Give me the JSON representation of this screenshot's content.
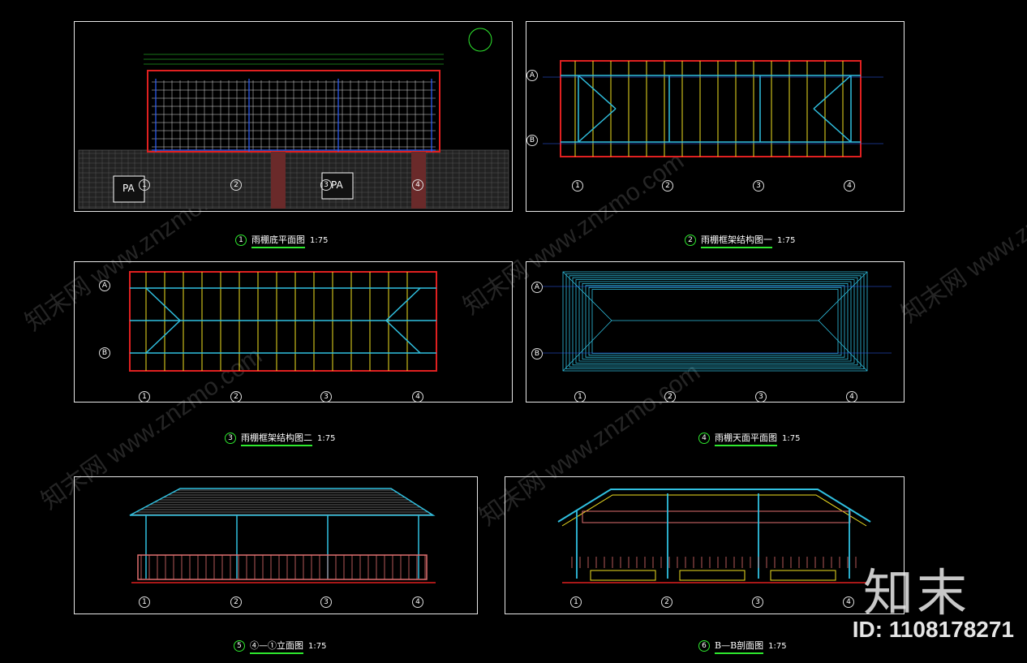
{
  "panels": [
    {
      "id": "1",
      "title": "雨棚底平面图",
      "scale": "1:75"
    },
    {
      "id": "2",
      "title": "雨棚框架结构图一",
      "scale": "1:75"
    },
    {
      "id": "3",
      "title": "雨棚框架结构图二",
      "scale": "1:75"
    },
    {
      "id": "4",
      "title": "雨棚天面平面图",
      "scale": "1:75"
    },
    {
      "id": "5",
      "title": "④—①立面图",
      "scale": "1:75"
    },
    {
      "id": "6",
      "title": "B—B剖面图",
      "scale": "1:75"
    }
  ],
  "parking_label": "PA",
  "axis_labels": [
    "1",
    "2",
    "3",
    "4"
  ],
  "row_labels": [
    "A",
    "B"
  ],
  "watermark": "知末网 www.znzmo.com",
  "brand": "知末",
  "image_id": "ID: 1108178271",
  "colors": {
    "frame": "#e8e8e8",
    "beam_red": "#e02020",
    "beam_yellow": "#f0e020",
    "beam_cyan": "#30c0e0",
    "beam_blue": "#3060ff",
    "accent_green": "#2ee82e"
  }
}
